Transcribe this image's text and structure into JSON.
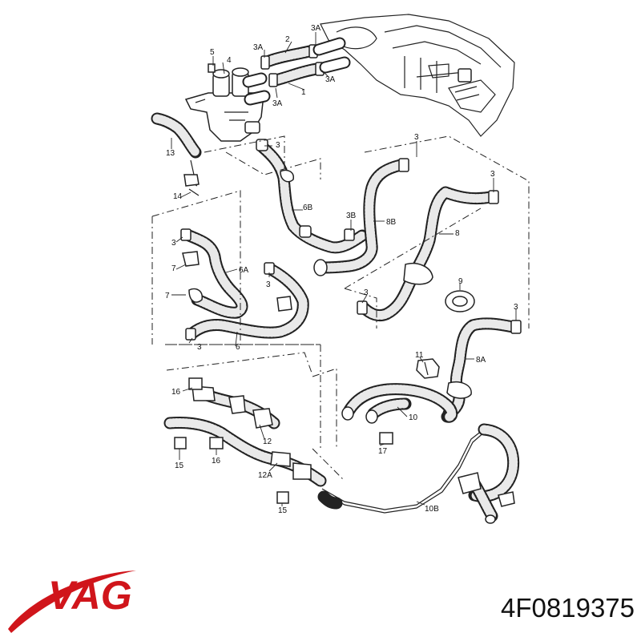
{
  "diagram": {
    "callouts": {
      "c1": "1",
      "c2": "2",
      "c3a": "3",
      "c3b": "3",
      "c3c": "3",
      "c3d": "3",
      "c3e": "3",
      "c3f": "3",
      "c3g": "3",
      "c3h": "3",
      "c3A1": "3A",
      "c3A2": "3A",
      "c3A3": "3A",
      "c3A4": "3A",
      "c3B": "3B",
      "c4": "4",
      "c5": "5",
      "c6": "6",
      "c6A": "6A",
      "c6B": "6B",
      "c7a": "7",
      "c7b": "7",
      "c8": "8",
      "c8A": "8A",
      "c8B": "8B",
      "c9": "9",
      "c10": "10",
      "c10B": "10B",
      "c11": "11",
      "c12": "12",
      "c12A": "12A",
      "c13": "13",
      "c14": "14",
      "c15a": "15",
      "c15b": "15",
      "c16a": "16",
      "c16b": "16",
      "c17": "17"
    }
  },
  "footer": {
    "brand_logo": "VAG",
    "part_number": "4F0819375"
  },
  "colors": {
    "brand_red": "#d0151b",
    "line": "#222222",
    "background": "#ffffff"
  }
}
